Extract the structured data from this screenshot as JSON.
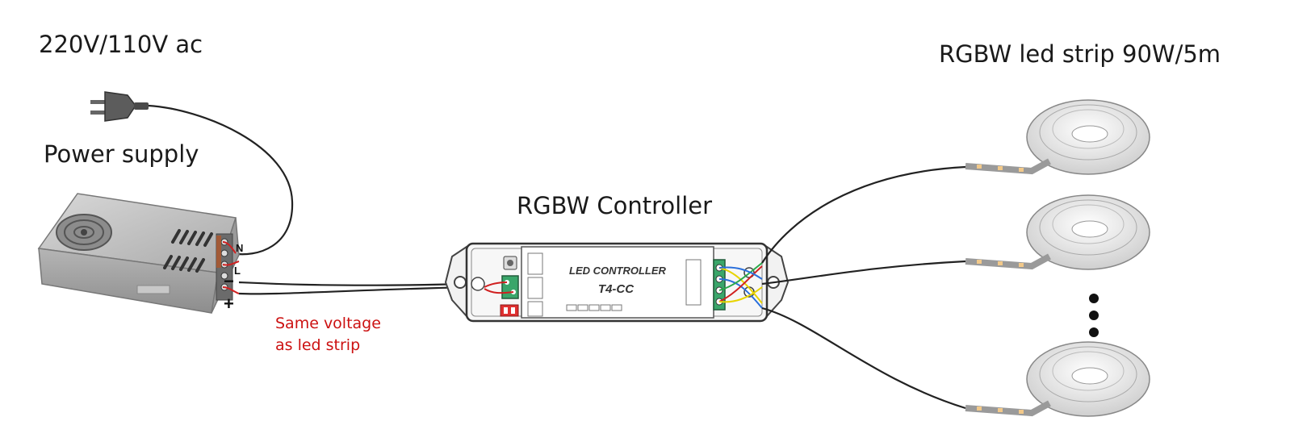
{
  "labels": {
    "mains": "220V/110V ac",
    "power_supply": "Power supply",
    "controller": "RGBW Controller",
    "strip": "RGBW led strip 90W/5m",
    "note_line1": "Same voltage",
    "note_line2": "as led strip"
  },
  "controller": {
    "title": "LED CONTROLLER",
    "model": "T4-CC"
  },
  "psu_terminals": {
    "n": "N",
    "l": "L",
    "minus": "−",
    "plus": "+"
  },
  "colors": {
    "note": "#cc1111",
    "terminal_green": "#3aa66a",
    "dip_red": "#e03030",
    "wire": "#222222"
  }
}
